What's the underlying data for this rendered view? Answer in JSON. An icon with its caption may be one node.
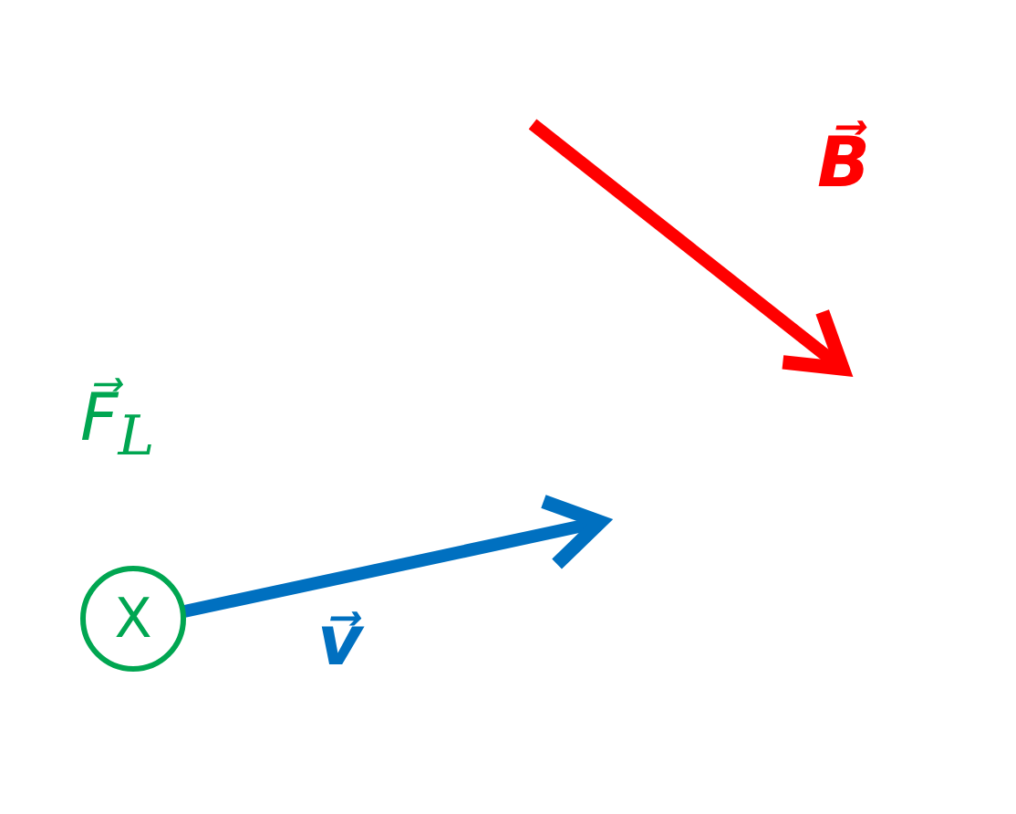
{
  "diagram": {
    "nodes": [
      {
        "text": [
          "X"
        ]
      }
    ],
    "labels": [
      "B⃗",
      "F⃗$_{L}$",
      "v⃗"
    ]
  }
}
